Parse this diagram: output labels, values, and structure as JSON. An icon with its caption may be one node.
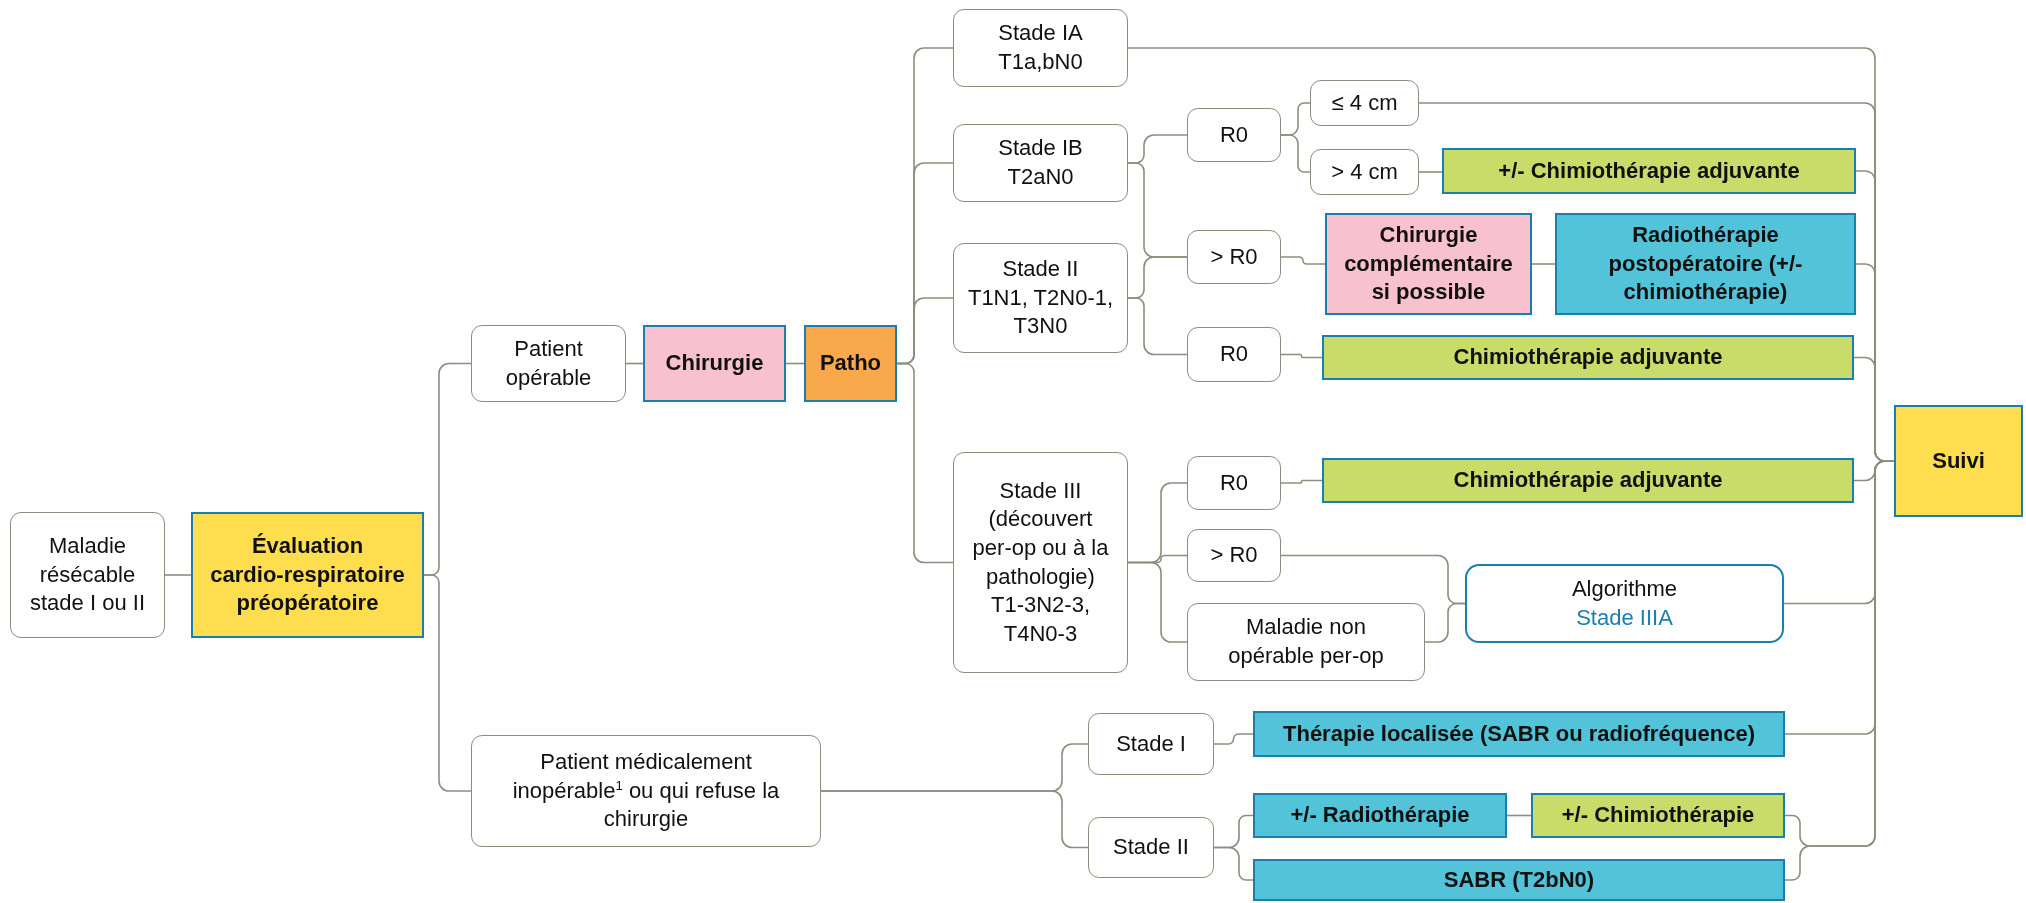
{
  "diagram": {
    "nodes": [
      {
        "text": [
          "Maladie résécable stade I ou II"
        ]
      },
      {
        "text": [
          "Évaluation cardio-respiratoire préopératoire"
        ]
      },
      {
        "text": [
          "Patient opérable"
        ]
      },
      {
        "text": [
          "Chirurgie"
        ]
      },
      {
        "text": [
          "Patho"
        ]
      },
      {
        "text": [
          "Stade IA",
          "T1a,bN0"
        ]
      },
      {
        "text": [
          "Stade IB",
          "T2aN0"
        ]
      },
      {
        "text": [
          "Stade II",
          "T1N1, T2N0-1, T3N0"
        ]
      },
      {
        "text": [
          "Stade III",
          "(découvert per-op ou à la pathologie) T1-3N2-3, T4N0-3"
        ]
      },
      {
        "text": [
          "R0"
        ]
      },
      {
        "text": [
          "≤ 4 cm"
        ]
      },
      {
        "text": [
          "> 4 cm"
        ]
      },
      {
        "text": [
          "+/- Chimiothérapie adjuvante"
        ]
      },
      {
        "text": [
          "> R0"
        ]
      },
      {
        "text": [
          "Chirurgie complémentaire si possible"
        ]
      },
      {
        "text": [
          "Radiothérapie postopératoire (+/- chimiothérapie)"
        ]
      },
      {
        "text": [
          "R0"
        ]
      },
      {
        "text": [
          "Chimiothérapie adjuvante"
        ]
      },
      {
        "text": [
          "Suivi"
        ]
      },
      {
        "text": [
          "R0"
        ]
      },
      {
        "text": [
          "Chimiothérapie adjuvante"
        ]
      },
      {
        "text": [
          "> R0"
        ]
      },
      {
        "text": [
          "Maladie non opérable per-op"
        ]
      },
      {
        "text": [
          "Algorithme",
          "Stade IIIA"
        ]
      },
      {
        "text": [
          "Patient médicalement inopérable$^{1}$ ou qui refuse la chirurgie"
        ]
      },
      {
        "text": [
          "Stade I"
        ]
      },
      {
        "text": [
          "Thérapie localisée (SABR ou radiofréquence)"
        ]
      },
      {
        "text": [
          "Stade II"
        ]
      },
      {
        "text": [
          "+/- Radiothérapie"
        ]
      },
      {
        "text": [
          "+/- Chimiothérapie"
        ]
      },
      {
        "text": [
          "SABR (T2bN0)"
        ]
      }
    ],
    "edges": [
      {
        "from": 0,
        "to": 1,
        "arrow": "none"
      },
      {
        "from": 1,
        "to": 2,
        "arrow": "none"
      },
      {
        "from": 1,
        "to": 24,
        "arrow": "none"
      },
      {
        "from": 2,
        "to": 3,
        "arrow": "none"
      },
      {
        "from": 3,
        "to": 4,
        "arrow": "none"
      },
      {
        "from": 4,
        "to": 5,
        "arrow": "none"
      },
      {
        "from": 4,
        "to": 6,
        "arrow": "none"
      },
      {
        "from": 4,
        "to": 7,
        "arrow": "none"
      },
      {
        "from": 4,
        "to": 8,
        "arrow": "none"
      },
      {
        "from": 6,
        "to": 9,
        "arrow": "none"
      },
      {
        "from": 6,
        "to": 13,
        "arrow": "none"
      },
      {
        "from": 7,
        "to": 13,
        "arrow": "none"
      },
      {
        "from": 7,
        "to": 16,
        "arrow": "none"
      },
      {
        "from": 9,
        "to": 10,
        "arrow": "none"
      },
      {
        "from": 9,
        "to": 11,
        "arrow": "none"
      },
      {
        "from": 11,
        "to": 12,
        "arrow": "none"
      },
      {
        "from": 13,
        "to": 14,
        "arrow": "none"
      },
      {
        "from": 14,
        "to": 15,
        "arrow": "none"
      },
      {
        "from": 16,
        "to": 17,
        "arrow": "none"
      },
      {
        "from": 8,
        "to": 19,
        "arrow": "none"
      },
      {
        "from": 8,
        "to": 21,
        "arrow": "none"
      },
      {
        "from": 8,
        "to": 22,
        "arrow": "none"
      },
      {
        "from": 19,
        "to": 20,
        "arrow": "none"
      },
      {
        "from": 21,
        "to": 23,
        "arrow": "none"
      },
      {
        "from": 22,
        "to": 23,
        "arrow": "none"
      },
      {
        "from": 24,
        "to": 25,
        "arrow": "none"
      },
      {
        "from": 24,
        "to": 27,
        "arrow": "none"
      },
      {
        "from": 25,
        "to": 26,
        "arrow": "none"
      },
      {
        "from": 27,
        "to": 28,
        "arrow": "none"
      },
      {
        "from": 27,
        "to": 30,
        "arrow": "none"
      },
      {
        "from": 28,
        "to": 29,
        "arrow": "none"
      },
      {
        "from": 5,
        "to": 18,
        "arrow": "none"
      },
      {
        "from": 10,
        "to": 18,
        "arrow": "none"
      },
      {
        "from": 12,
        "to": 18,
        "arrow": "none"
      },
      {
        "from": 15,
        "to": 18,
        "arrow": "none"
      },
      {
        "from": 17,
        "to": 18,
        "arrow": "none"
      },
      {
        "from": 20,
        "to": 18,
        "arrow": "none"
      },
      {
        "from": 23,
        "to": 18,
        "arrow": "none"
      },
      {
        "from": 26,
        "to": 18,
        "arrow": "none"
      },
      {
        "from": 29,
        "to": 18,
        "arrow": "none"
      },
      {
        "from": 30,
        "to": 18,
        "arrow": "none"
      }
    ]
  }
}
